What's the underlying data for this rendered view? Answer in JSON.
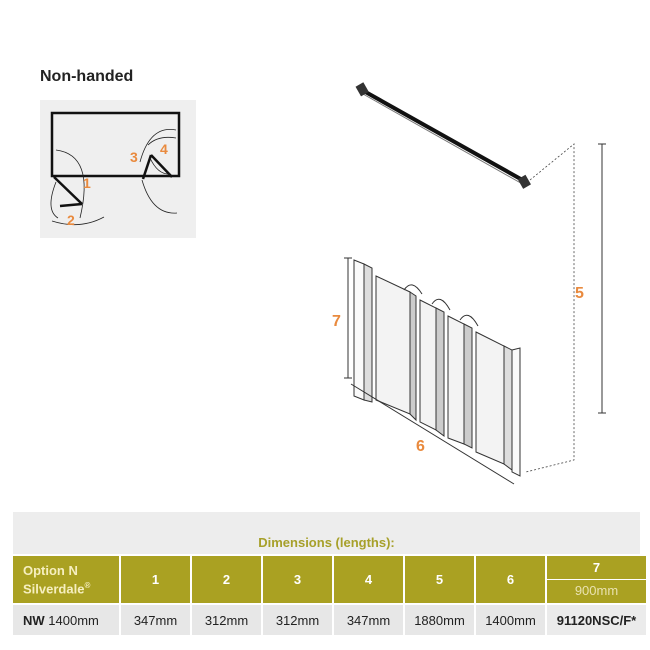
{
  "diagram": {
    "plan_title": "Non-handed",
    "plan_labels": [
      "1",
      "2",
      "3",
      "4"
    ],
    "iso_labels": {
      "bar_height": "5",
      "width": "6",
      "panel_height": "7"
    },
    "label_color": "#e98a3e"
  },
  "table": {
    "caption": "Dimensions (lengths):",
    "header": {
      "option_line1": "Option N",
      "option_line2": "Silverdale",
      "option_reg": "®",
      "columns": [
        "1",
        "2",
        "3",
        "4",
        "5",
        "6"
      ],
      "col7_label": "7",
      "col7_value": "900mm"
    },
    "row": {
      "nw_label": "NW",
      "nw_value": "1400mm",
      "values": [
        "347mm",
        "312mm",
        "312mm",
        "347mm",
        "1880mm",
        "1400mm"
      ],
      "code": "91120NSC/F*"
    },
    "colors": {
      "header_bg": "#aaa122",
      "caption_color": "#a7a02a",
      "row_bg": "#e7e7e7"
    }
  }
}
